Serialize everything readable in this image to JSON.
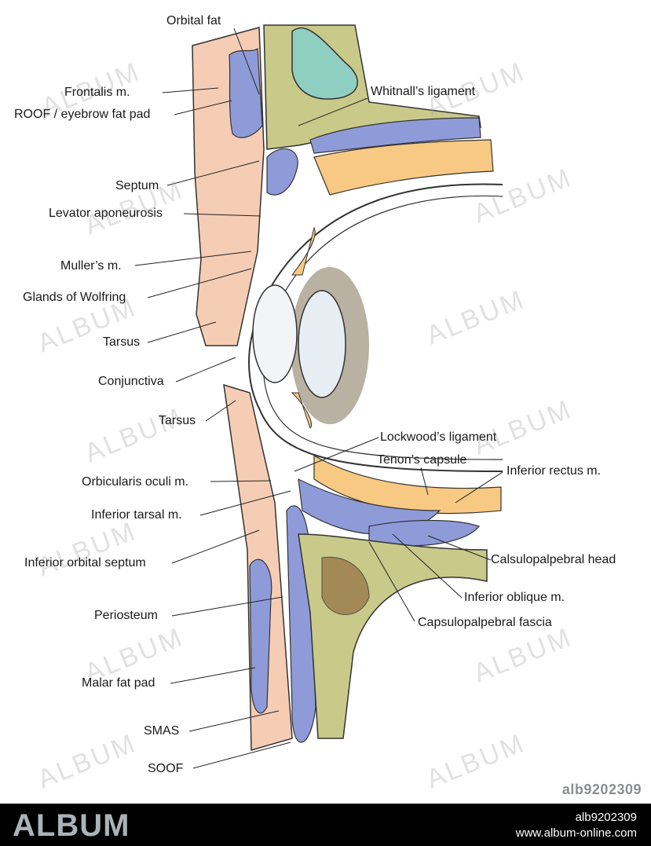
{
  "labels": {
    "orbital_fat": "Orbital fat",
    "frontalis": "Frontalis m.",
    "whitnalls": "Whitnall’s ligament",
    "roof": "ROOF / eyebrow fat pad",
    "septum": "Septum",
    "levator": "Levator aponeurosis",
    "muller": "Muller’s m.",
    "wolfring": "Glands of Wolfring",
    "tarsus_upper": "Tarsus",
    "conjunctiva": "Conjunctiva",
    "tarsus_lower": "Tarsus",
    "lockwood": "Lockwood’s ligament",
    "tenon": "Tenon’s capsule",
    "inferior_rectus": "Inferior rectus m.",
    "orbicularis": "Orbicularis oculi m.",
    "inferior_tarsal": "Inferior tarsal m.",
    "calsulopalpebral_head": "Calsulopalpebral head",
    "inferior_orbital_septum": "Inferior orbital septum",
    "inferior_oblique": "Inferior oblique m.",
    "periosteum": "Periosteum",
    "capsulopalpebral_fascia": "Capsulopalpebral fascia",
    "malar_fat_pad": "Malar fat pad",
    "smas": "SMAS",
    "soof": "SOOF"
  },
  "watermark": "ALBUM",
  "image_id": "alb9202309",
  "footer": {
    "brand": "ALBUM",
    "id": "alb9202309",
    "url": "www.album-online.com"
  },
  "colors": {
    "skin": "#f5cdb4",
    "fat": "#8f9bd8",
    "bone": "#c9c98a",
    "muscle": "#f7c982",
    "cartilage": "#8fcfc2",
    "iris": "#a89e8a",
    "footer_brand": "#a9b3b8"
  }
}
